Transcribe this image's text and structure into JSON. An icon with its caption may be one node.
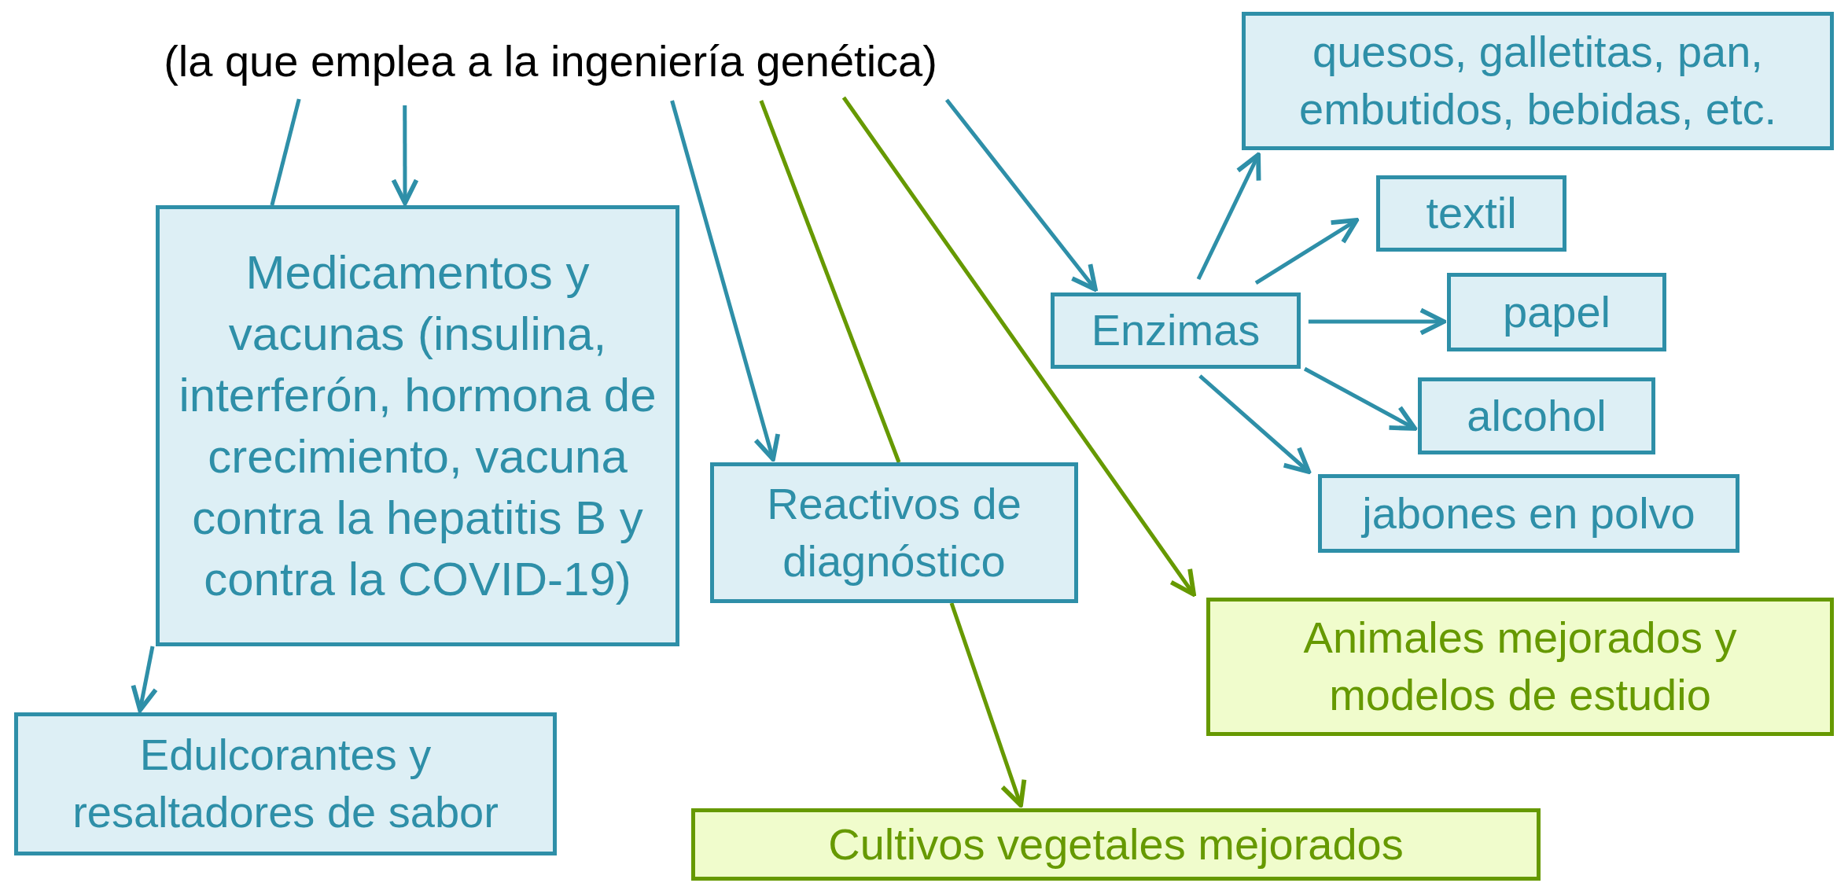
{
  "diagram": {
    "nodes": [
      {
        "text": [
          "(la que emplea a la ingeniería genética)"
        ]
      },
      {
        "text": [
          "Medicamentos y vacunas (insulina, interferón, hormona de crecimiento, vacuna contra la hepatitis B y contra la COVID-19)"
        ]
      },
      {
        "text": [
          "Edulcorantes y resaltadores de sabor"
        ]
      },
      {
        "text": [
          "Reactivos de diagnóstico"
        ]
      },
      {
        "text": [
          "Cultivos vegetales mejorados"
        ]
      },
      {
        "text": [
          "Enzimas"
        ]
      },
      {
        "text": [
          "quesos, galletitas, pan, embutidos, bebidas, etc."
        ]
      },
      {
        "text": [
          "textil"
        ]
      },
      {
        "text": [
          "papel"
        ]
      },
      {
        "text": [
          "alcohol"
        ]
      },
      {
        "text": [
          "jabones en polvo"
        ]
      },
      {
        "text": [
          "Animales mejorados y modelos de estudio"
        ]
      }
    ],
    "edges": [
      {
        "from": 0,
        "to": 1,
        "arrow": "none"
      },
      {
        "from": 0,
        "to": 1,
        "arrow": "to"
      },
      {
        "from": 1,
        "to": 2,
        "arrow": "to"
      },
      {
        "from": 0,
        "to": 3,
        "arrow": "to"
      },
      {
        "from": 0,
        "to": 3,
        "arrow": "none",
        "color": "#669900"
      },
      {
        "from": 3,
        "to": 4,
        "arrow": "to",
        "color": "#669900"
      },
      {
        "from": 0,
        "to": 11,
        "arrow": "to",
        "color": "#669900"
      },
      {
        "from": 0,
        "to": 5,
        "arrow": "to"
      },
      {
        "from": 5,
        "to": 6,
        "arrow": "to"
      },
      {
        "from": 5,
        "to": 7,
        "arrow": "to"
      },
      {
        "from": 5,
        "to": 8,
        "arrow": "to"
      },
      {
        "from": 5,
        "to": 9,
        "arrow": "to"
      },
      {
        "from": 5,
        "to": 10,
        "arrow": "to"
      }
    ]
  }
}
